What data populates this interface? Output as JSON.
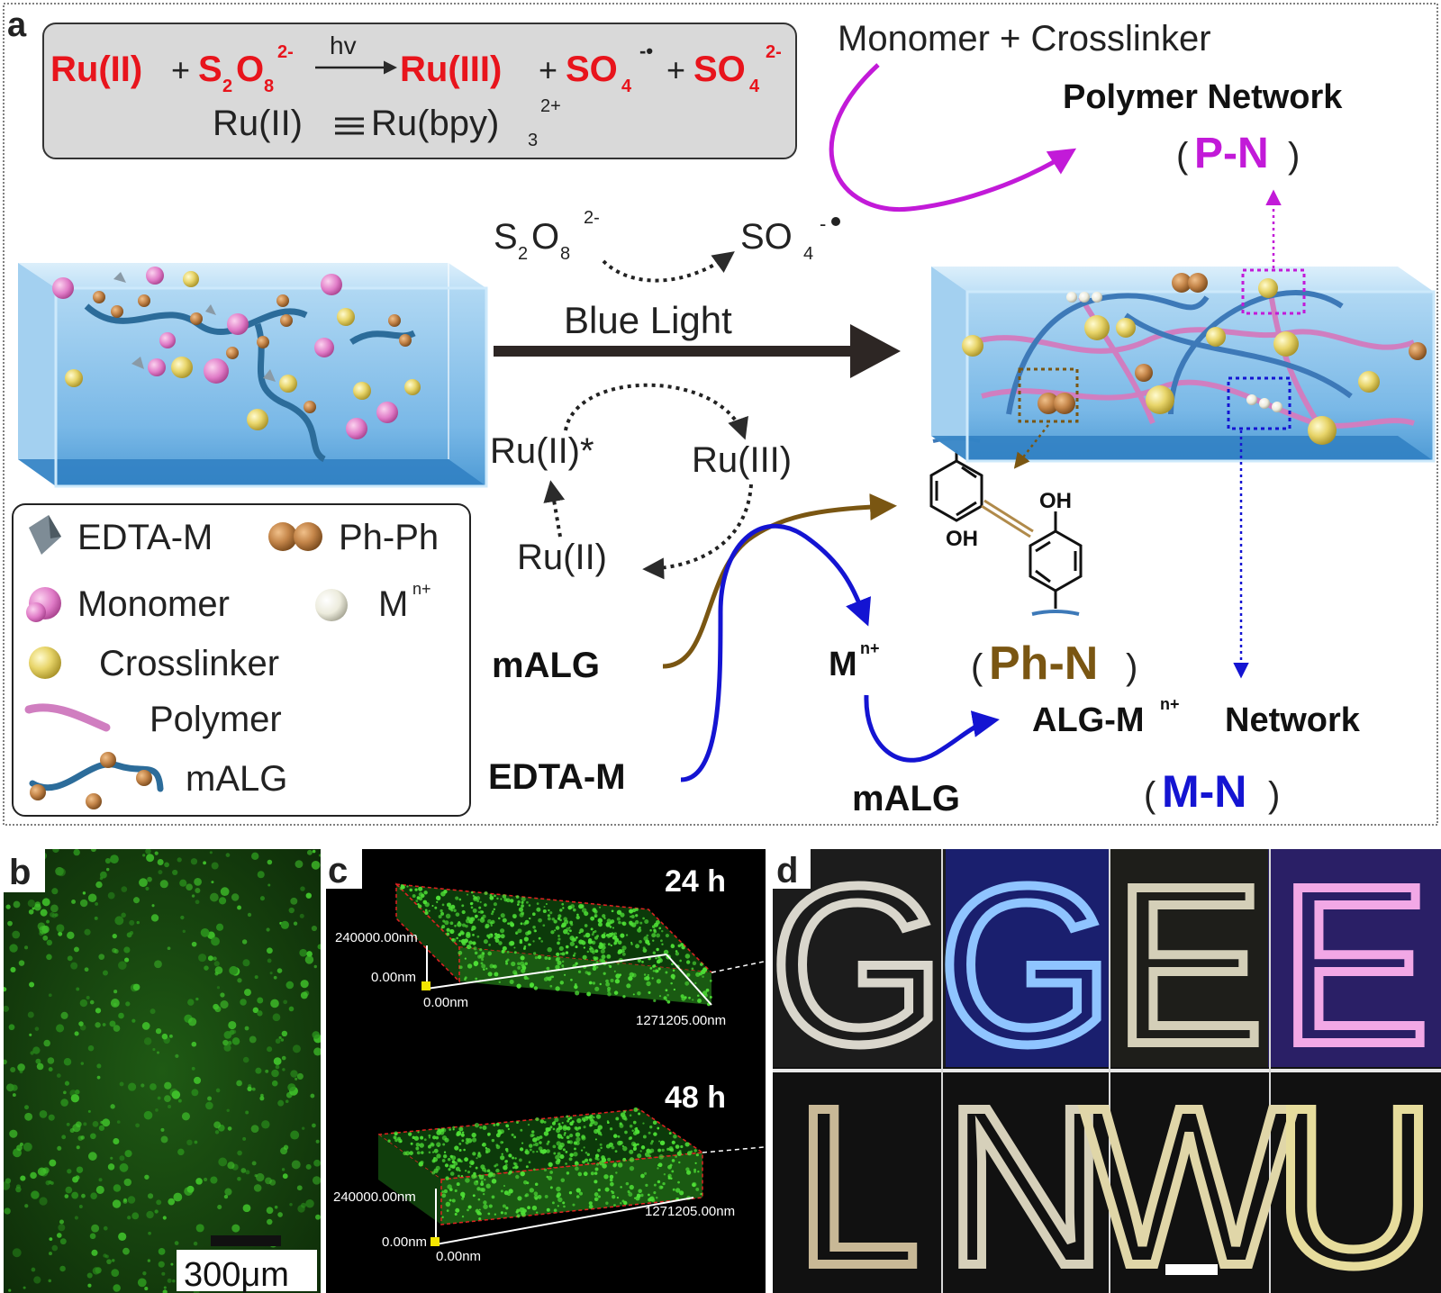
{
  "panels": {
    "a": "a",
    "b": "b",
    "c": "c",
    "d": "d"
  },
  "reaction": {
    "ru2": "Ru(II)",
    "plus1": "+",
    "s2o8_S": "S",
    "s2o8_2": "2",
    "s2o8_O": "O",
    "s2o8_8": "8",
    "s2o8_charge": "2-",
    "hv": "hv",
    "ru3": "Ru(III)",
    "plus2": "+",
    "so4r_SO": "SO",
    "so4r_4": "4",
    "so4r_charge": "-•",
    "plus3": "+",
    "so4_SO": "SO",
    "so4_4": "4",
    "so4_charge": "2-",
    "def_ru2": "Ru(II)",
    "def_ruBpy": "Ru(bpy)",
    "def_3": "3",
    "def_charge": "2+"
  },
  "scheme": {
    "monomer_crosslinker": "Monomer + Crosslinker",
    "polymer_network": "Polymer Network",
    "pn_open": "(",
    "pn": "P-N",
    "pn_close": ")",
    "s2o8_S": "S",
    "s2o8_2": "2",
    "s2o8_O": "O",
    "s2o8_8": "8",
    "s2o8_charge": "2-",
    "so4_SO": "SO",
    "so4_4": "4",
    "so4_charge": "-",
    "blue_light": "Blue Light",
    "ru2_star": "Ru(II)*",
    "ru3": "Ru(III)",
    "ru2": "Ru(II)",
    "malg_left": "mALG",
    "edta_m": "EDTA-M",
    "mn_M": "M",
    "mn_charge": "n+",
    "malg_bottom": "mALG",
    "phn_open": "(",
    "phn": "Ph-N",
    "phn_close": ")",
    "alg_network_pre": "ALG-M",
    "alg_network_charge": "n+",
    "alg_network_post": "Network",
    "mn_open": "(",
    "mn": "M-N",
    "mn_close": ")",
    "oh_top": "OH",
    "oh_bottom": "OH"
  },
  "legend": {
    "edta": "EDTA-M",
    "phph": "Ph-Ph",
    "monomer": "Monomer",
    "mn_M": "M",
    "mn_charge": "n+",
    "crosslinker": "Crosslinker",
    "polymer": "Polymer",
    "malg": "mALG"
  },
  "panel_b": {
    "scale_bar": "300μm"
  },
  "panel_c": {
    "t24": "24 h",
    "t48": "48 h",
    "axis_z": "240000.00nm",
    "axis_0": "0.00nm",
    "axis_0x": "0.00nm",
    "axis_x": "1271205.00nm"
  },
  "panel_d": {
    "letters_top": [
      "G",
      "G",
      "E",
      "E"
    ],
    "letters_bottom": [
      "L",
      "N",
      "W",
      "U"
    ]
  },
  "colors": {
    "red": "#e8141c",
    "magenta": "#c21ad8",
    "brown": "#7a5612",
    "blue": "#1414d2",
    "dark": "#2b2b2b"
  }
}
